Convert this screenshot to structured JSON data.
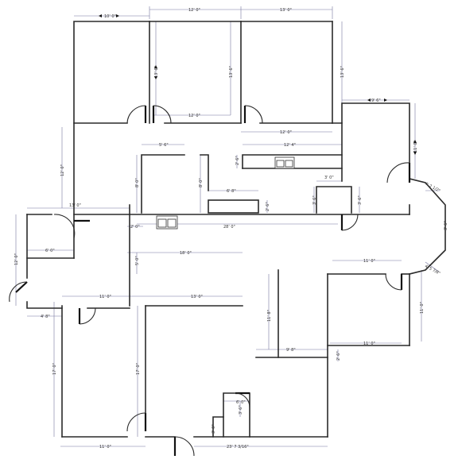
{
  "plan": {
    "dimensions": [
      {
        "id": "top-left-room-width",
        "text": "10' 0\""
      },
      {
        "id": "top-mid-room-width",
        "text": "12' 0\""
      },
      {
        "id": "top-right-room-width",
        "text": "13' 0\""
      },
      {
        "id": "top-mid-room-height",
        "text": "13' 6\""
      },
      {
        "id": "top-mid-room-depth",
        "text": "13' 6\""
      },
      {
        "id": "top-right-room-height",
        "text": "13' 6\""
      },
      {
        "id": "top-mid-bottom-width",
        "text": "12' 0\""
      },
      {
        "id": "top-right-bottom-width",
        "text": "12' 0\""
      },
      {
        "id": "right-wing-width",
        "text": "9' 6\""
      },
      {
        "id": "right-wing-height",
        "text": "11' 0\""
      },
      {
        "id": "kitchen-counter-width",
        "text": "12' 4\""
      },
      {
        "id": "kitchen-counter-depth",
        "text": "2' 6\""
      },
      {
        "id": "left-counter-width",
        "text": "5' 6\""
      },
      {
        "id": "left-counter-height",
        "text": "8' 0\""
      },
      {
        "id": "pantry-height",
        "text": "8' 0\""
      },
      {
        "id": "island-width",
        "text": "6' 8\""
      },
      {
        "id": "island-depth",
        "text": "2' 6\""
      },
      {
        "id": "closet-width",
        "text": "3' 0\""
      },
      {
        "id": "closet-height",
        "text": "3' 6\""
      },
      {
        "id": "closet-depth",
        "text": "3' 6\""
      },
      {
        "id": "bay-upper",
        "text": "4' 2 1/2\""
      },
      {
        "id": "bay-side",
        "text": "3' 6\""
      },
      {
        "id": "bay-lower",
        "text": "4' 5 7/8\""
      },
      {
        "id": "left-wall-height",
        "text": "12' 0\""
      },
      {
        "id": "left-room-width",
        "text": "13' 0\""
      },
      {
        "id": "sink-wall-depth",
        "text": "2' 0\""
      },
      {
        "id": "long-wall-width",
        "text": "28' 0\""
      },
      {
        "id": "left-closet-width",
        "text": "6' 0\""
      },
      {
        "id": "left-side-height",
        "text": "12' 0\""
      },
      {
        "id": "hall-width",
        "text": "18' 0\""
      },
      {
        "id": "hall-depth",
        "text": "5' 0\""
      },
      {
        "id": "entry-width",
        "text": "4' 8\""
      },
      {
        "id": "lower-left-width",
        "text": "11' 0\""
      },
      {
        "id": "lower-mid-width",
        "text": "13' 0\""
      },
      {
        "id": "lower-left-height",
        "text": "17' 0\""
      },
      {
        "id": "lower-mid-height",
        "text": "17' 0\""
      },
      {
        "id": "right-room-width",
        "text": "11' 0\""
      },
      {
        "id": "right-room-height",
        "text": "11' 0\""
      },
      {
        "id": "right-room-bottom-width",
        "text": "11' 0\""
      },
      {
        "id": "partition-height",
        "text": "11' 8\""
      },
      {
        "id": "lower-right-width",
        "text": "9' 8\""
      },
      {
        "id": "lower-right-depth",
        "text": "2' 6\""
      },
      {
        "id": "bottom-left-width",
        "text": "11' 0\""
      },
      {
        "id": "bottom-right-width",
        "text": "23' 7 3/16\""
      },
      {
        "id": "stair-width",
        "text": "6' 0\""
      },
      {
        "id": "stair-depth",
        "text": "3' 6\""
      },
      {
        "id": "stair-height",
        "text": "3' 0\""
      }
    ]
  }
}
